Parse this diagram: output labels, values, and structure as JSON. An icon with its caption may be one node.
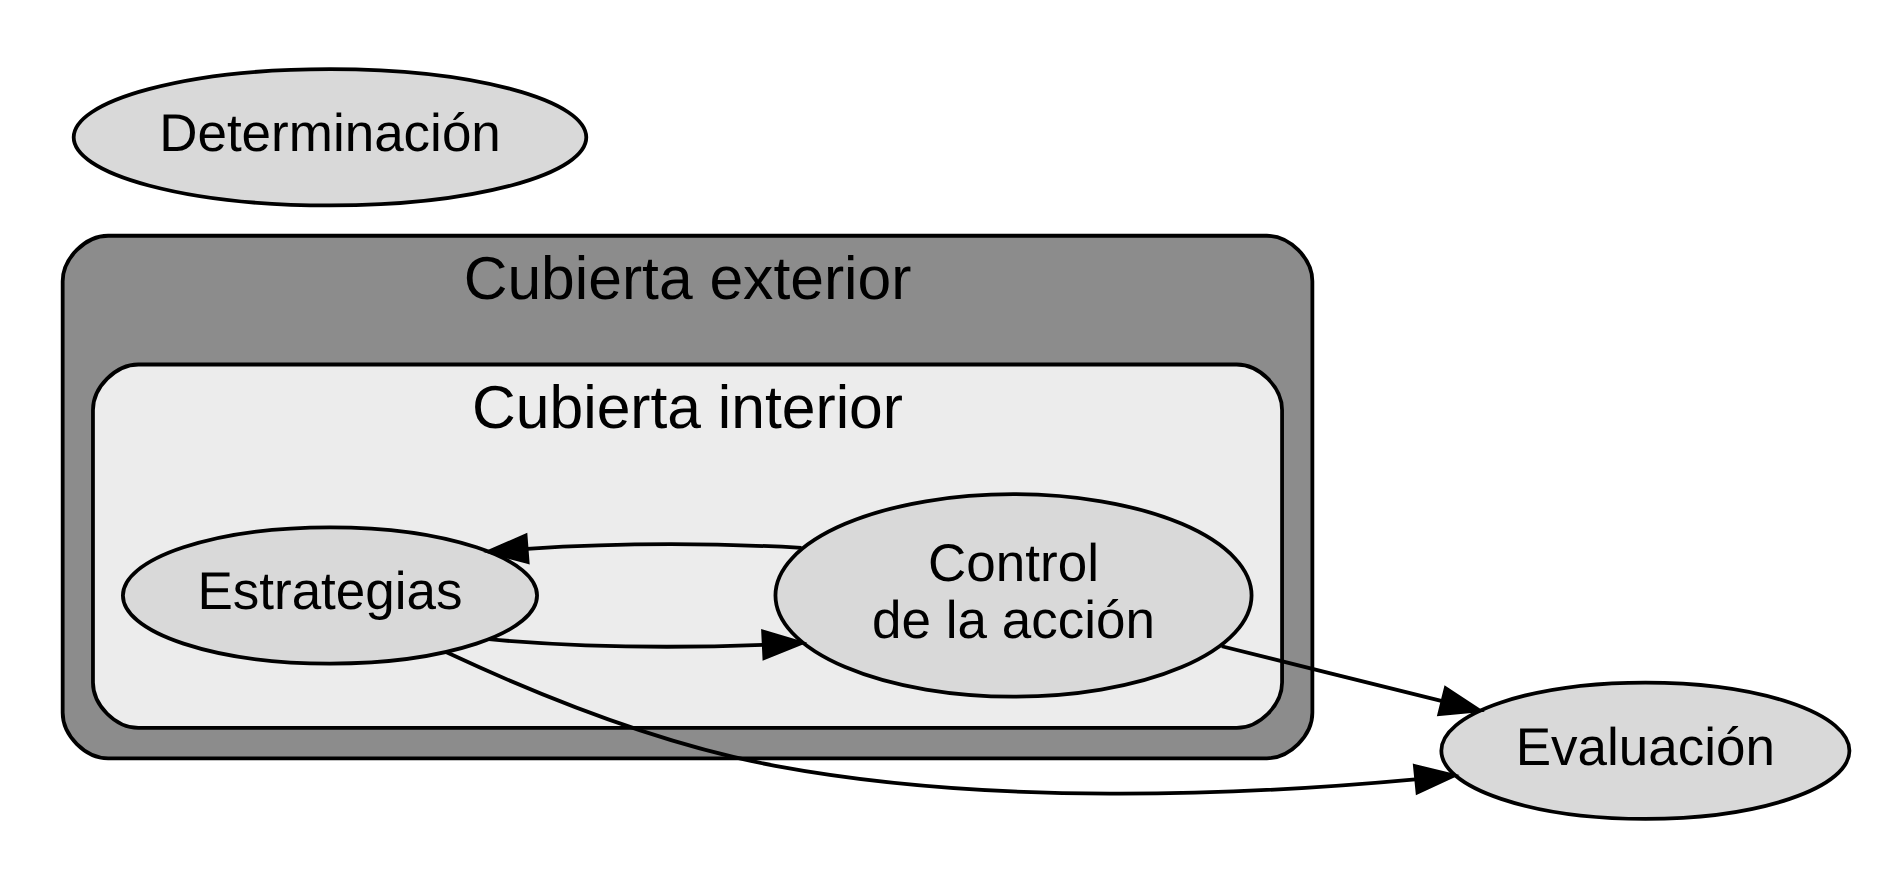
{
  "diagram": {
    "nodes": [
      {
        "text": [
          "Cubierta exterior"
        ]
      },
      {
        "text": [
          "Cubierta interior"
        ],
        "in": 0
      },
      {
        "text": [
          "Determinación"
        ]
      },
      {
        "text": [
          "Estrategias"
        ],
        "in": 1
      },
      {
        "text": [
          "Control de la acción"
        ],
        "in": 1
      },
      {
        "text": [
          "Evaluación"
        ]
      }
    ],
    "edges": [
      {
        "from": 3,
        "to": 4,
        "arrow": "to"
      },
      {
        "from": 4,
        "to": 3,
        "arrow": "to"
      },
      {
        "from": 3,
        "to": 5,
        "arrow": "to"
      },
      {
        "from": 4,
        "to": 5,
        "arrow": "to"
      }
    ]
  }
}
